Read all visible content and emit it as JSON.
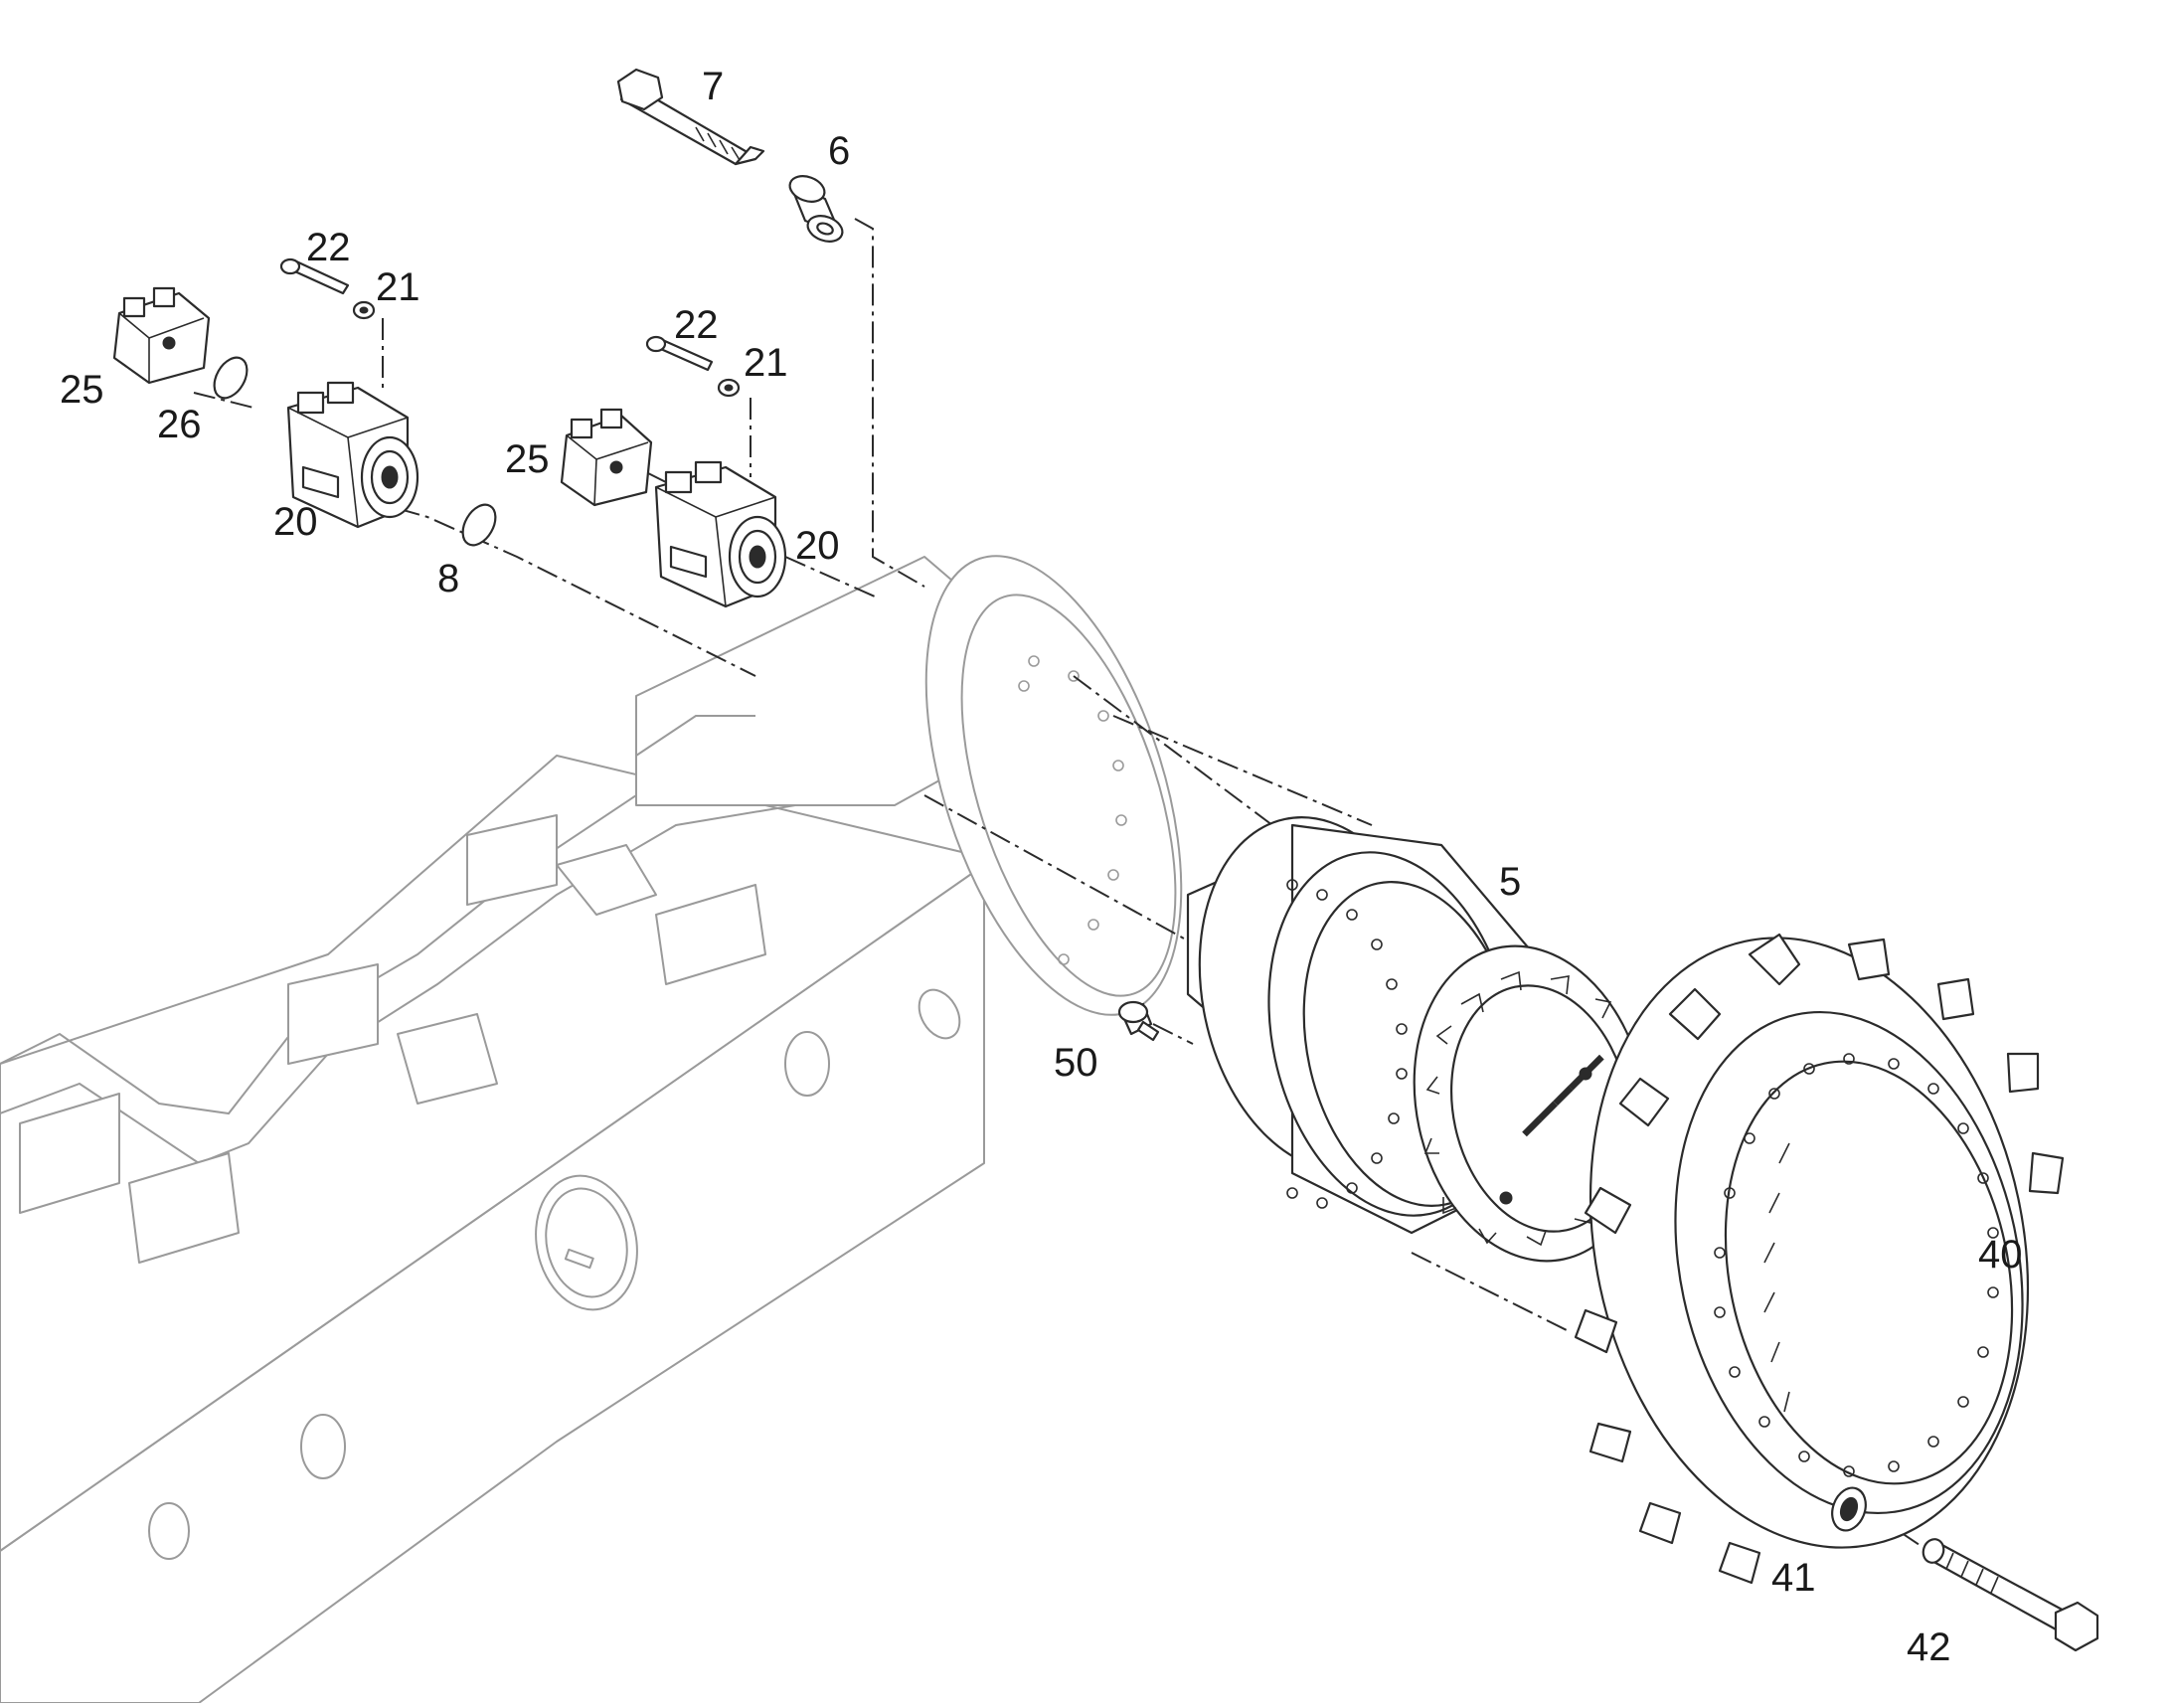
{
  "diagram": {
    "callouts": {
      "c7": "7",
      "c6": "6",
      "c22a": "22",
      "c21a": "21",
      "c25a": "25",
      "c26": "26",
      "c20a": "20",
      "c8": "8",
      "c22b": "22",
      "c21b": "21",
      "c25b": "25",
      "c20b": "20",
      "c5": "5",
      "c50": "50",
      "c40": "40",
      "c41": "41",
      "c42": "42"
    }
  }
}
